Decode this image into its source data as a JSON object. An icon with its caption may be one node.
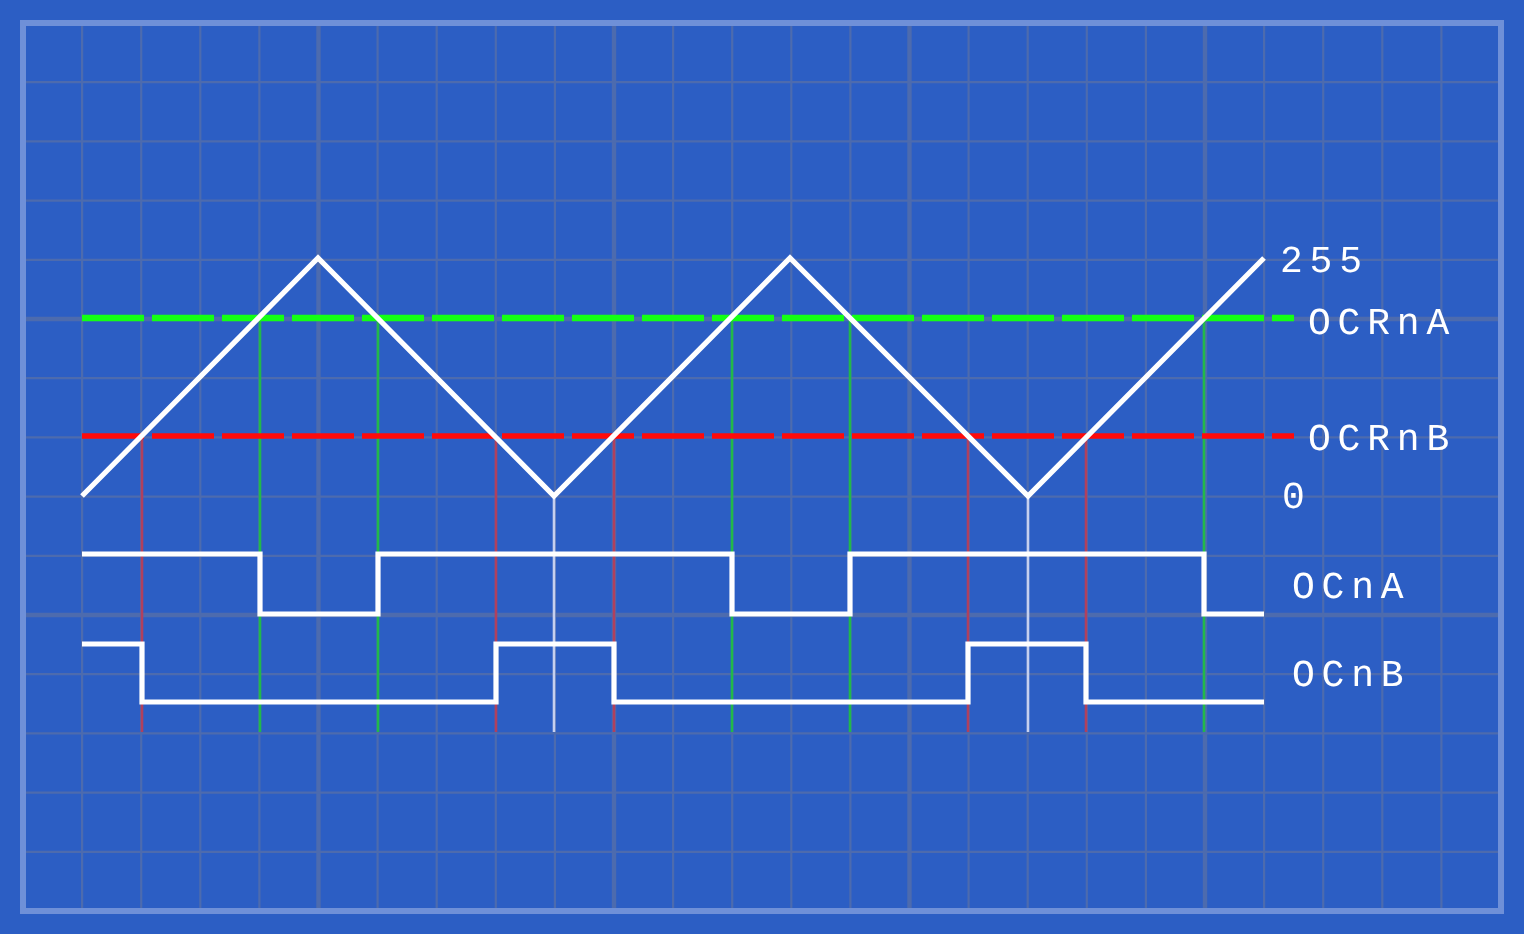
{
  "diagram": {
    "labels": [
      "255",
      "OCRnA",
      "OCRnB",
      "0",
      "OCnA",
      "OCnB"
    ]
  }
}
